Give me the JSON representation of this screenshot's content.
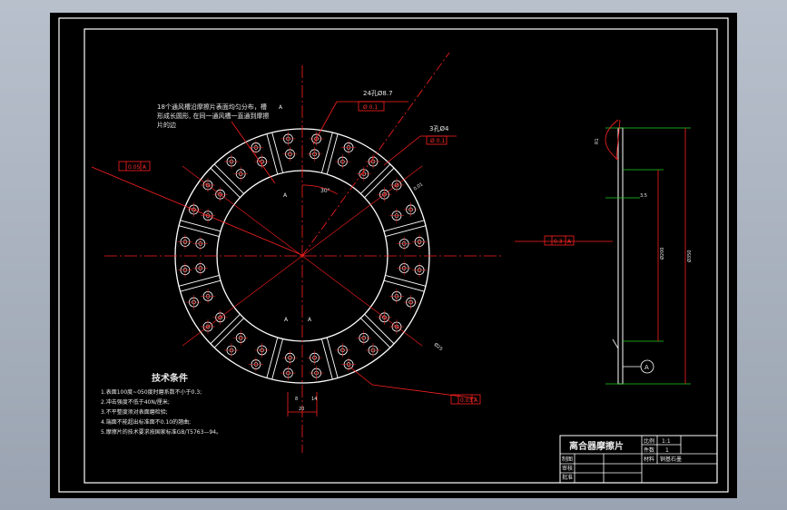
{
  "drawing": {
    "colors": {
      "background": "#000000",
      "frame": "#ffffff",
      "part": "#ffffff",
      "centerline": "#ff2020",
      "dimension": "#ff2020",
      "green": "#20d020"
    },
    "annotations": {
      "note_top": [
        "18个通风槽沿摩擦片表面均匀分布，槽",
        "形成长圆形, 在同一通风槽一直通到摩擦",
        "片的边"
      ],
      "hole_note_1": "24孔Ø8.7",
      "hole_note_2": "3孔Ø4",
      "tol_left": "0.05",
      "tol_mid": "0.3",
      "tol_bottom": "0.03",
      "datum": "A",
      "section_mark": "A",
      "angle": "30°",
      "dim_w": "20",
      "dim_small": "8",
      "dim_small2": "14",
      "dim_side_1": "Ø350",
      "dim_side_2": "Ø200",
      "dim_side_3": "3.5",
      "dim_side_4": "R1",
      "dim_radial_1": "0.01",
      "dim_radial_2": "Ø25"
    },
    "tech_requirements": {
      "title": "技术条件",
      "items": [
        "1.表面100度~050度时磨系数不小于0.3;",
        "2.冲击强度不低于40N/厘米;",
        "3.不平整度须对表面磨检验;",
        "4.端面不能超出标准面不0.10的翘曲;",
        "5.摩擦片的技术要求按国家标准GB/T5763—94。"
      ]
    },
    "title_block": {
      "name": "离合器摩擦片",
      "scale_label": "比例",
      "scale_value": "1:1",
      "qty_label": "件数",
      "qty_value": "1",
      "material_label": "材料",
      "material_value": "铜基石墨",
      "drawn_label": "制图",
      "checked_label": "审核",
      "approved_label": "批准"
    }
  }
}
